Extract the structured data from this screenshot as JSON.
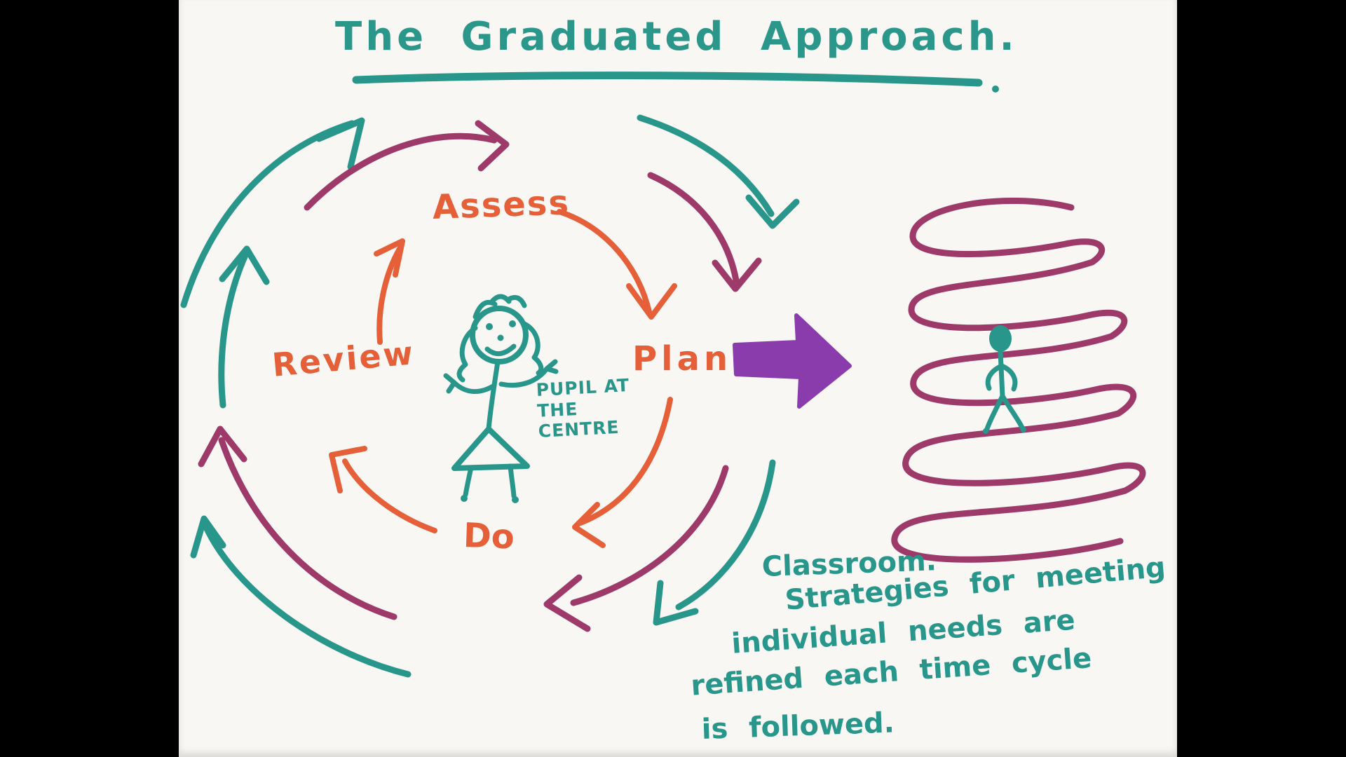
{
  "title": {
    "text": "The Graduated Approach."
  },
  "cycle": {
    "stages": [
      "Assess",
      "Plan",
      "Do",
      "Review"
    ],
    "center_label": [
      "PUPIL AT",
      "THE",
      "CENTRE"
    ]
  },
  "annotation": {
    "lines": [
      "Classroom.",
      "Strategies for meeting",
      "individual needs are",
      "refined each time cycle",
      "is followed."
    ]
  },
  "figures": {
    "center_figure": "pupil-stick-figure",
    "spiral": "expanding-coil-spiral",
    "spiral_figure": "pupil-in-spiral-stick-figure",
    "transition_arrow": "thick-right-arrow"
  },
  "colors": {
    "teal": "#28968a",
    "orange": "#e55f38",
    "plum": "#9e3a6a",
    "purple": "#8a3cad",
    "paper": "#f9f7f3",
    "background": "#000000"
  }
}
